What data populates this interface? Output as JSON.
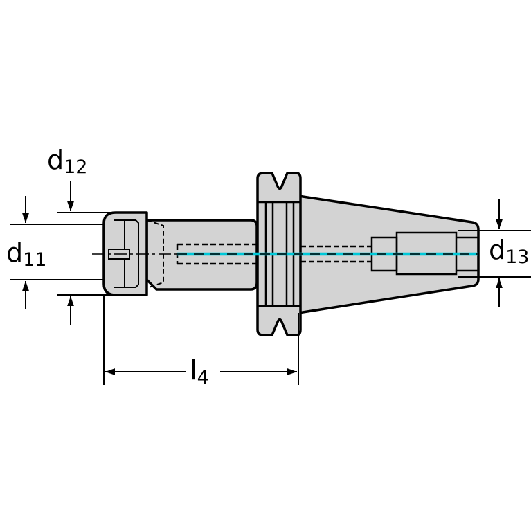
{
  "dimensions": {
    "d12": {
      "letter": "d",
      "subscript": "12"
    },
    "d11": {
      "letter": "d",
      "subscript": "11"
    },
    "d13": {
      "letter": "d",
      "subscript": "13"
    },
    "l4": {
      "letter": "l",
      "subscript": "4"
    }
  },
  "colors": {
    "body_fill": "#d3d3d3",
    "line": "#000000",
    "coolant_channel": "#00c8d8",
    "background": "#ffffff"
  }
}
